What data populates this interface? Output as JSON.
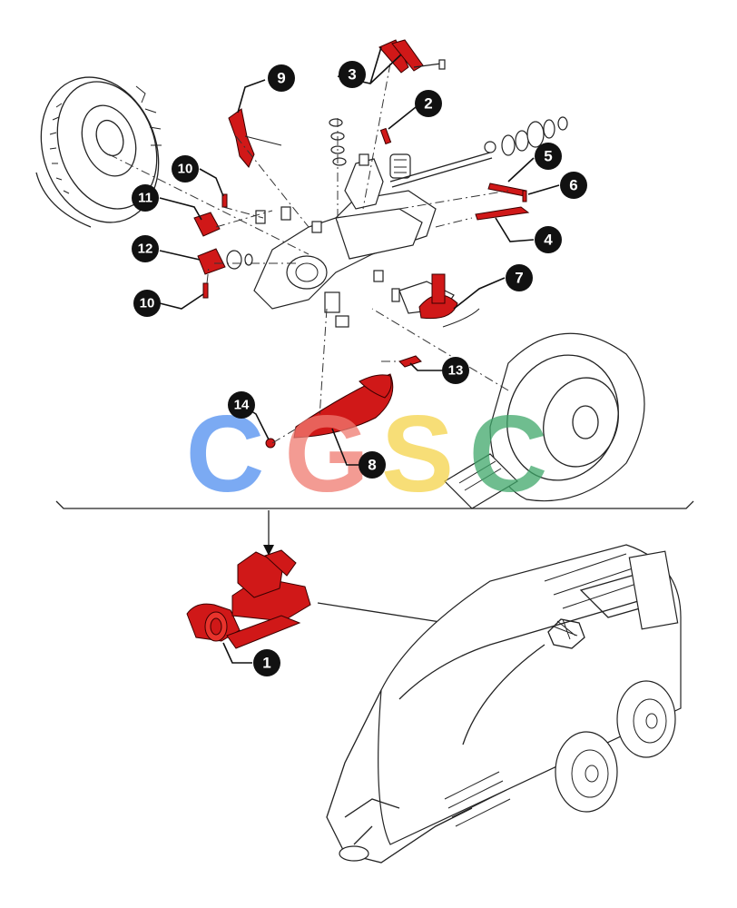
{
  "callouts": [
    {
      "label": "1"
    },
    {
      "label": "2"
    },
    {
      "label": "3"
    },
    {
      "label": "4"
    },
    {
      "label": "5"
    },
    {
      "label": "6"
    },
    {
      "label": "7"
    },
    {
      "label": "8"
    },
    {
      "label": "9"
    },
    {
      "label": "10"
    },
    {
      "label": "10"
    },
    {
      "label": "11"
    },
    {
      "label": "12"
    },
    {
      "label": "13"
    },
    {
      "label": "14"
    }
  ],
  "watermark": {
    "text": "CGSC",
    "colors": [
      "#4f8ef0",
      "#f07a70",
      "#f5d44a",
      "#3fa86a"
    ]
  },
  "highlight_color": "#d01818"
}
